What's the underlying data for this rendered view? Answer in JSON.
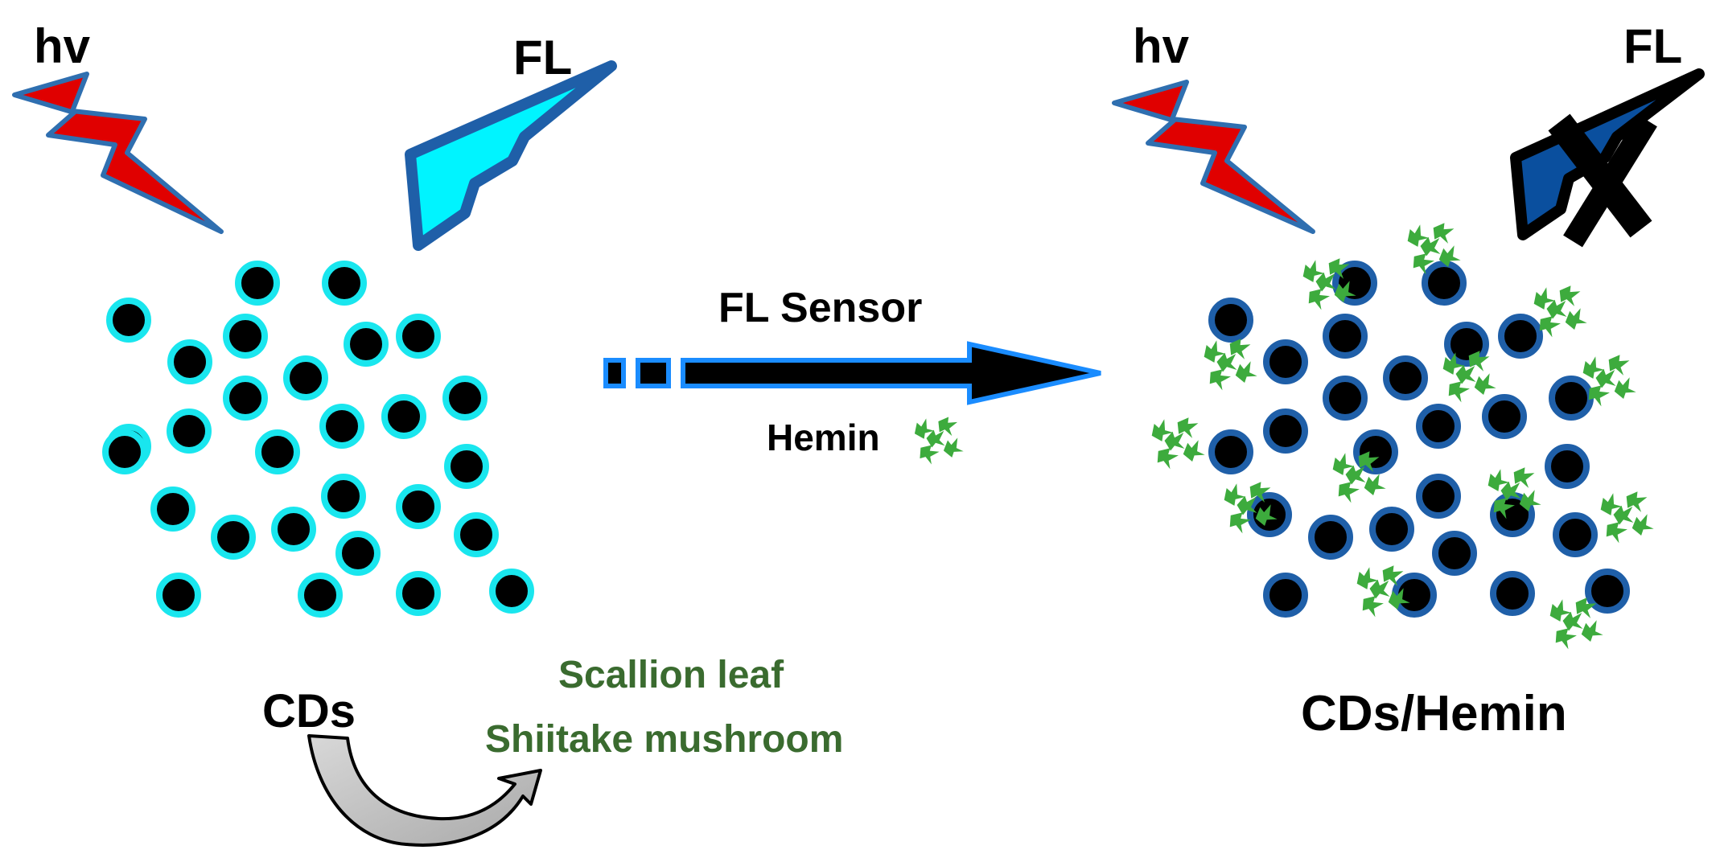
{
  "labels": {
    "hv_left": "hv",
    "fl_left": "FL",
    "hv_right": "hv",
    "fl_right": "FL",
    "arrow_label": "FL Sensor",
    "hemin_label": "Hemin",
    "cds_label": "CDs",
    "source_line1": "Scallion leaf",
    "source_line2": "Shiitake mushroom",
    "product_label": "CDs/Hemin"
  },
  "colors": {
    "lightning_red": "#e00000",
    "lightning_outline": "#2f6fb0",
    "fl_bright": "#00f4ff",
    "fl_quenched": "#0a4f9e",
    "dot_fill": "#000000",
    "dot_ring_free": "#19e6ee",
    "dot_ring_bound": "#1f5fa8",
    "hemin_green": "#3dab3d",
    "source_text_green": "#3a6b2f",
    "arrow_outline": "#1a8cff"
  },
  "icons": {
    "excitation": "lightning-bolt-icon",
    "emission": "lightning-bolt-icon",
    "quenched": "cross-x-icon",
    "hemin": "hemin-molecule-icon",
    "derived_from": "curved-arrow-icon"
  }
}
